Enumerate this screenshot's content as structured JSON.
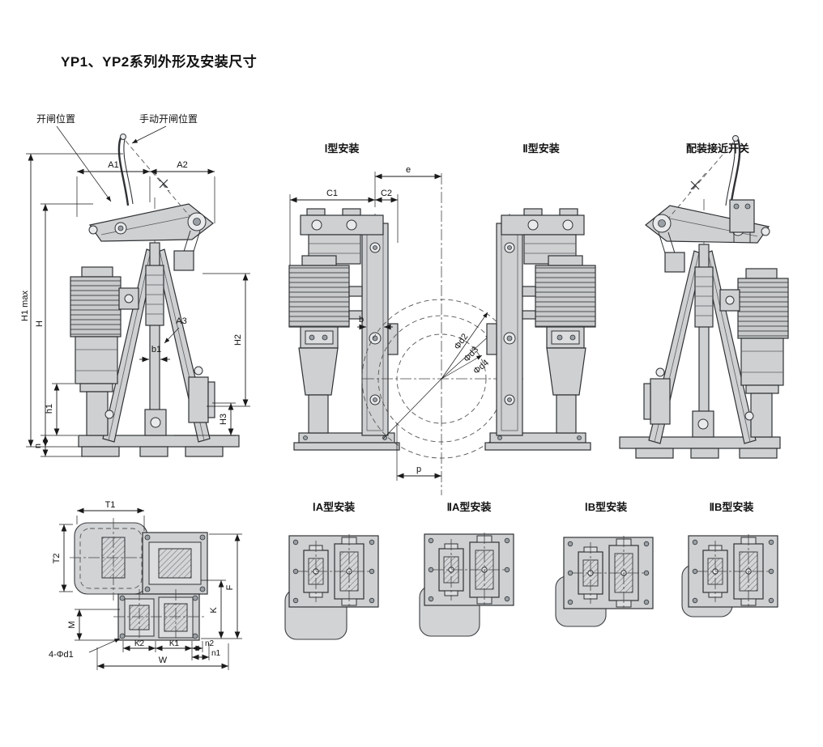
{
  "page": {
    "title": "YP1、YP2系列外形及安装尺寸",
    "background": "#ffffff",
    "machine_fill": "#cfd0d1",
    "line_color": "#2f3235"
  },
  "side_view": {
    "callout_open_position": "开闸位置",
    "callout_manual_open_position": "手动开闸位置",
    "dims": {
      "a1": "A1",
      "a2": "A2",
      "a3": "A3",
      "b1": "b1",
      "h1max": "H1 max",
      "h": "H",
      "h2": "H2",
      "h1_small": "h1",
      "h3": "H3",
      "n": "n"
    }
  },
  "front_views": {
    "type1_label": "Ⅰ型安装",
    "type2_label": "Ⅱ型安装",
    "dims": {
      "c1": "C1",
      "c2": "C2",
      "e": "e",
      "b": "b",
      "d2": "Φd2",
      "d3": "Φd3",
      "d4": "Φd4",
      "p": "p"
    }
  },
  "proximity_view": {
    "label": "配装接近开关"
  },
  "top_view": {
    "dims": {
      "t1": "T1",
      "t2": "T2",
      "f": "F",
      "k": "K",
      "m": "M",
      "holes": "4-Φd1",
      "k1": "K1",
      "k2": "K2",
      "n1": "n1",
      "n2": "n2",
      "w": "W"
    }
  },
  "mount_views": {
    "ia": "ⅠA型安装",
    "iia": "ⅡA型安装",
    "ib": "ⅠB型安装",
    "iib": "ⅡB型安装"
  }
}
